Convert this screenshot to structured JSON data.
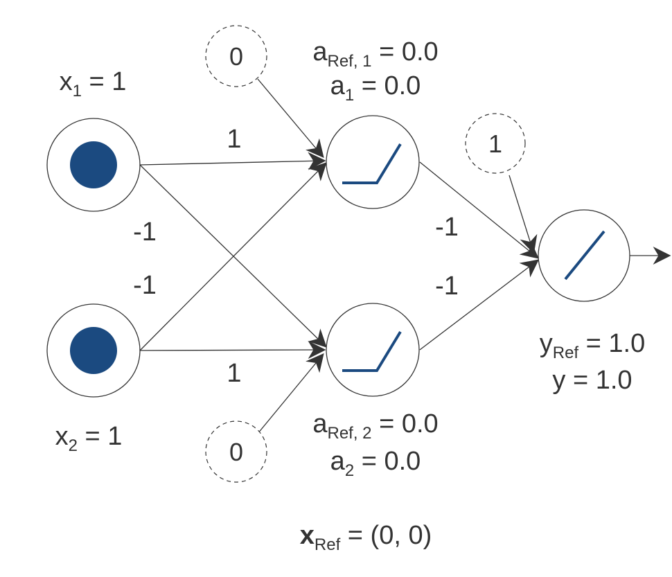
{
  "colors": {
    "accent": "#1b4a80",
    "line": "#333333",
    "text": "#333333"
  },
  "inputs": {
    "x1": {
      "var": "x",
      "sub": "1",
      "eq": " = 1"
    },
    "x2": {
      "var": "x",
      "sub": "2",
      "eq": " = 1"
    }
  },
  "hidden": {
    "h1": {
      "ref_var": "a",
      "ref_sub": "Ref, 1",
      "ref_eq": " = 0.0",
      "var": "a",
      "sub": "1",
      "eq": " = 0.0",
      "bias": "0"
    },
    "h2": {
      "ref_var": "a",
      "ref_sub": "Ref, 2",
      "ref_eq": " = 0.0",
      "var": "a",
      "sub": "2",
      "eq": " = 0.0",
      "bias": "0"
    }
  },
  "output": {
    "ref_var": "y",
    "ref_sub": "Ref",
    "ref_eq": " = 1.0",
    "label": "y = 1.0",
    "bias": "1"
  },
  "weights": {
    "x1_h1": "1",
    "x1_h2": "-1",
    "x2_h1": "-1",
    "x2_h2": "1",
    "h1_y": "-1",
    "h2_y": "-1"
  },
  "reference": {
    "var": "x",
    "sub": "Ref",
    "eq": " = (0, 0)"
  },
  "icons": [
    "filled-circle-icon",
    "relu-icon",
    "linear-icon",
    "arrow-icon"
  ]
}
